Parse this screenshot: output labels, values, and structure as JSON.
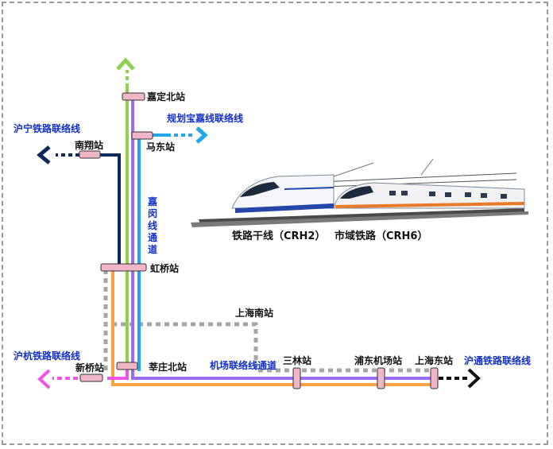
{
  "stations": {
    "jiading_north": "嘉定北站",
    "madong": "马东站",
    "nanxiang": "南翔站",
    "hongqiao": "虹桥站",
    "xinqiao": "新桥站",
    "huazhuang_north": "莘庄北站",
    "shanghai_south": "上海南站",
    "sanlin": "三林站",
    "pudong_airport": "浦东机场站",
    "shanghai_east": "上海东站"
  },
  "connectors": {
    "hu_ning": "沪宁铁路联络线",
    "bao_jia_plan": "规划宝嘉线联络线",
    "hu_hang": "沪杭铁路联络线",
    "hu_tong": "沪通铁路联络线",
    "airport_channel": "机场联络线通道",
    "jiamin_channel": "嘉闵线通道"
  },
  "trains": {
    "crh2_caption": "铁路干线（CRH2）",
    "crh6_caption": "市域铁路（CRH6）"
  },
  "colors": {
    "green": "#8fd14f",
    "purple": "#9b6cf0",
    "cyan": "#22a7e8",
    "navy": "#0d2a5c",
    "orange": "#f4a340",
    "magenta": "#ee55e6",
    "gray": "#a6a6a6",
    "station_fill": "#f0b6c8",
    "label_blue": "#1330c8"
  }
}
